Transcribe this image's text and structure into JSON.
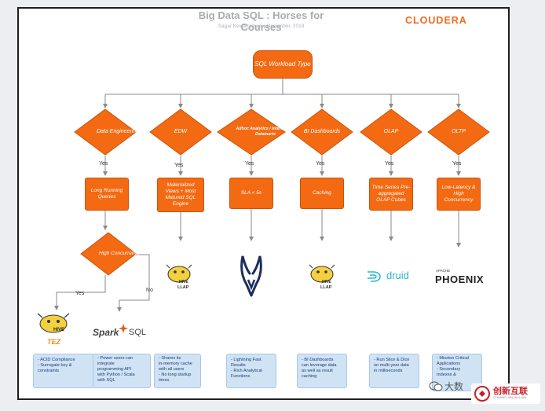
{
  "header": {
    "title": "Big Data SQL : Horses for Courses",
    "subtitle": "Sagar Kewalramani  |  December, 2019",
    "brand": "CLOUDERA"
  },
  "colors": {
    "node": "#f36a12",
    "note_bg": "#cfe3f5",
    "brand": "#f26a21",
    "connector": "#8a8a8a"
  },
  "start_node": {
    "label": "SQL Workload Type"
  },
  "branches": [
    {
      "decision": "Data Engineering",
      "yes": "Yes",
      "action": "Long Running Queries"
    },
    {
      "decision": "EDW",
      "yes": "Yes",
      "action": "Materialized Views + Most Matured SQL Engine",
      "logo": "hive-llap-icon",
      "logo_text": "LLAP",
      "note": [
        "- Shares its",
        "in-memory cache",
        "with all users",
        "- No long startup",
        "times"
      ]
    },
    {
      "decision": "Adhoc Analytics / Interactive / Datamarts",
      "yes": "Yes",
      "action": "SLA < 5s",
      "logo": "impala-icon",
      "note": [
        "- Lightning Fast",
        "Results",
        "- Rich Analytical",
        "Functions"
      ]
    },
    {
      "decision": "BI Dashboards",
      "yes": "Yes",
      "action": "Caching",
      "logo": "hive-llap-icon",
      "logo_text": "LLAP",
      "note": [
        "- BI Dashboards",
        "can leverage data",
        "as well as result",
        "caching"
      ]
    },
    {
      "decision": "OLAP",
      "yes": "Yes",
      "action": "Time Series Pre-aggregated OLAP Cubes",
      "logo": "druid-icon",
      "logo_text": "druid",
      "note": [
        "- Run Slice & Dice",
        "on multi-year data",
        "in milliseconds"
      ]
    },
    {
      "decision": "OLTP",
      "yes": "Yes",
      "action": "Low-Latency & High Concurrency",
      "logo": "phoenix-icon",
      "logo_text": "PHOENIX",
      "logo_subtext": "APACHE",
      "note": [
        "- Mission Critical",
        "Applications",
        "- Secondary",
        "Indexes &"
      ]
    }
  ],
  "sub_decision": {
    "label": "High Concurrency",
    "yes": "Yes",
    "no": "No",
    "yes_logo": "hive-tez-icon",
    "yes_logo_text": [
      "HIVE",
      "TEZ"
    ],
    "no_logo": "spark-sql-icon",
    "no_logo_text": [
      "Spark",
      "SQL"
    ],
    "yes_note": [
      "- ACID Compliance",
      "- Surrogate key &",
      "constraints"
    ],
    "no_note": [
      "- Power users can",
      "integrate",
      "programming API",
      "with Python / Scala",
      "with SQL"
    ]
  },
  "watermark": {
    "cn_text": "大数",
    "brand_text": "创新互联",
    "brand_sub": "CHUANG XIN HU LIAN"
  }
}
